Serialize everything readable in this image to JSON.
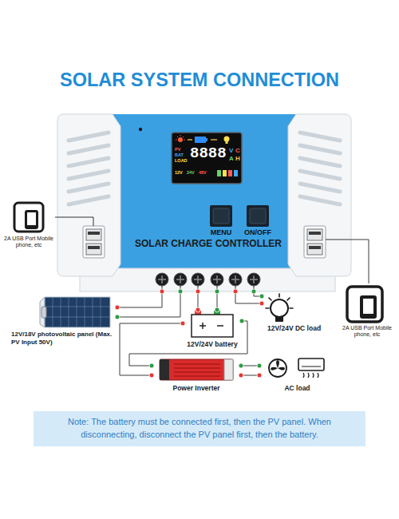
{
  "diagram": {
    "title": "SOLAR SYSTEM CONNECTION",
    "caption": "Note: The battery must be connected first, then the PV panel. When disconnecting, disconnect the PV panel first, then the battery.",
    "nodes": [
      {
        "text": [
          "SOLAR CHARGE CONTROLLER"
        ]
      },
      {
        "text": [
          "2A USB Port Mobile phone, etc"
        ]
      },
      {
        "text": [
          "12V/18V photovoltaic panel (Max. PV Input 50V)"
        ]
      },
      {
        "text": [
          "12V/24V battery"
        ]
      },
      {
        "text": [
          "12V/24V DC load"
        ]
      },
      {
        "text": [
          "2A USB Port Mobile phone, etc"
        ]
      },
      {
        "text": [
          "Power Inverter"
        ]
      },
      {
        "text": [
          "AC load"
        ]
      }
    ],
    "edges": [
      {
        "from": 1,
        "to": 0,
        "arrow": "none"
      },
      {
        "from": 2,
        "to": 0,
        "arrow": "none"
      },
      {
        "from": 3,
        "to": 0,
        "arrow": "none"
      },
      {
        "from": 4,
        "to": 0,
        "arrow": "none"
      },
      {
        "from": 5,
        "to": 0,
        "arrow": "none"
      },
      {
        "from": 3,
        "to": 6,
        "arrow": "none"
      },
      {
        "from": 6,
        "to": 7,
        "arrow": "none"
      }
    ],
    "labels": [
      "MENU",
      "ON/OFF",
      "PV",
      "BAT",
      "LOAD",
      "8888",
      "V",
      "C",
      "A",
      "H",
      "12V",
      "24V",
      "48V"
    ]
  }
}
